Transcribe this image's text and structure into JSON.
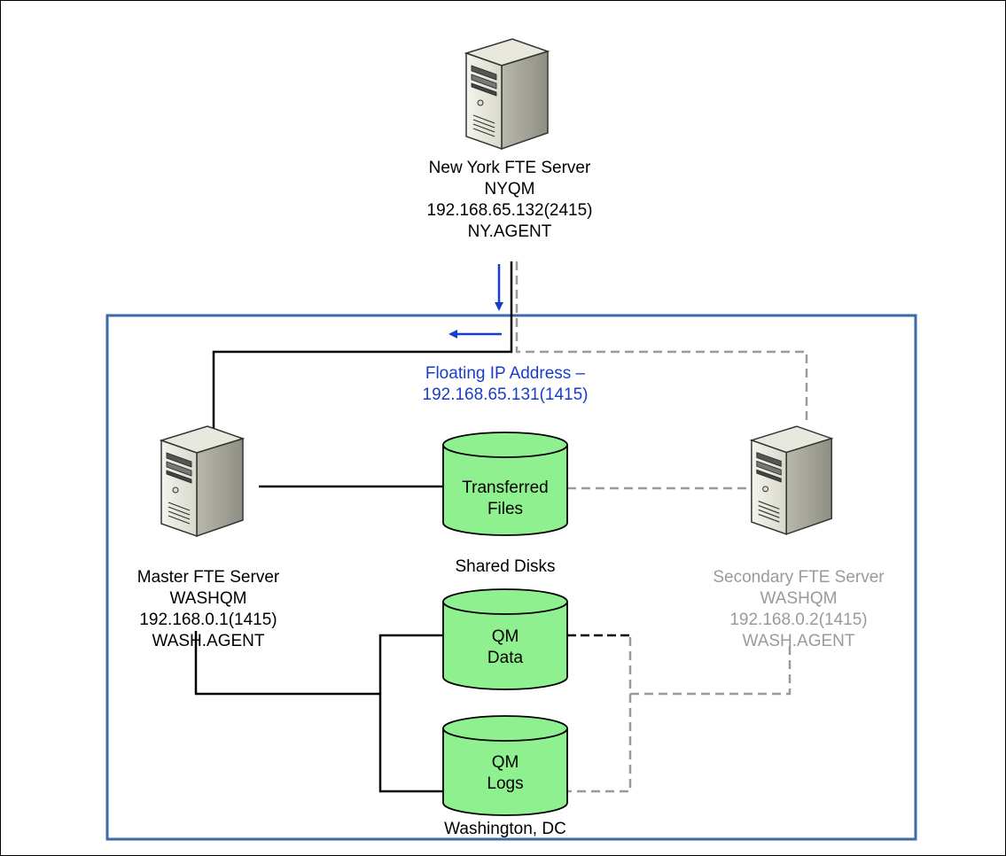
{
  "servers": {
    "new_york": {
      "lines": [
        "New York FTE Server",
        "NYQM",
        "192.168.65.132(2415)",
        "NY.AGENT"
      ]
    },
    "master": {
      "lines": [
        "Master FTE Server",
        "WASHQM",
        "192.168.0.1(1415)",
        "WASH.AGENT"
      ]
    },
    "secondary": {
      "lines": [
        "Secondary FTE Server",
        "WASHQM",
        "192.168.0.2(1415)",
        "WASH.AGENT"
      ]
    }
  },
  "floating_ip": {
    "lines": [
      "Floating IP Address –",
      "192.168.65.131(1415)"
    ]
  },
  "disks": {
    "transferred": [
      "Transferred",
      "Files"
    ],
    "qm_data": [
      "QM",
      "Data"
    ],
    "qm_logs": [
      "QM",
      "Logs"
    ]
  },
  "labels": {
    "shared_disks": "Shared Disks",
    "location": "Washington, DC"
  },
  "colors": {
    "cylinder_fill": "#8ff08f",
    "box_border": "#3b6aa8",
    "active_link": "#000000",
    "standby_link": "#9a9a9a",
    "flow_arrow": "#1a3dc8"
  },
  "icons": {
    "server": "tower-server-icon",
    "disk": "cylinder-disk-icon"
  }
}
